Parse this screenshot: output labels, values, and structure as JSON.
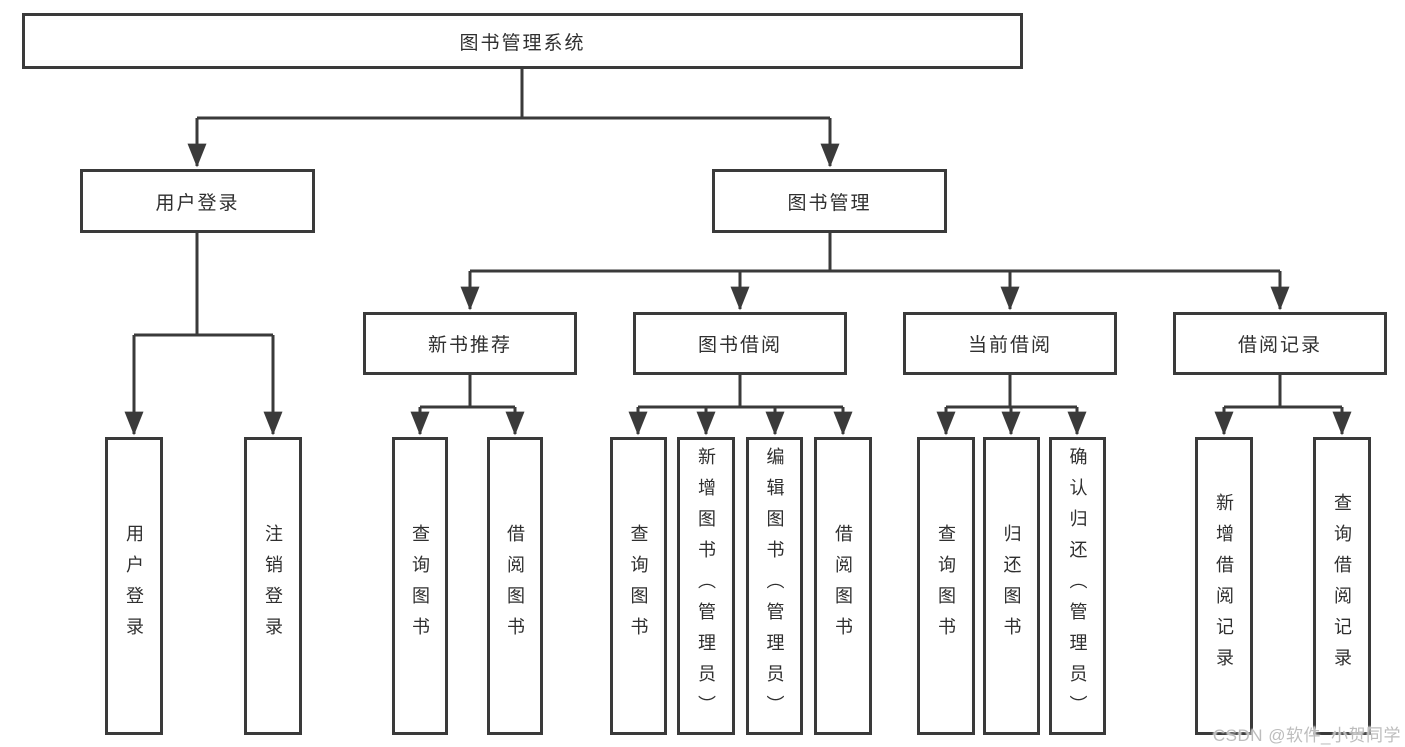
{
  "tree": {
    "root": {
      "label": "图书管理系统"
    },
    "branches": [
      {
        "label": "用户登录",
        "children": [
          {
            "label": "用户登录"
          },
          {
            "label": "注销登录"
          }
        ]
      },
      {
        "label": "图书管理",
        "children": [
          {
            "label": "新书推荐",
            "children": [
              {
                "label": "查询图书"
              },
              {
                "label": "借阅图书"
              }
            ]
          },
          {
            "label": "图书借阅",
            "children": [
              {
                "label": "查询图书"
              },
              {
                "label": "新增图书（管理员）"
              },
              {
                "label": "编辑图书（管理员）"
              },
              {
                "label": "借阅图书"
              }
            ]
          },
          {
            "label": "当前借阅",
            "children": [
              {
                "label": "查询图书"
              },
              {
                "label": "归还图书"
              },
              {
                "label": "确认归还（管理员）"
              }
            ]
          },
          {
            "label": "借阅记录",
            "children": [
              {
                "label": "新增借阅记录"
              },
              {
                "label": "查询借阅记录"
              }
            ]
          }
        ]
      }
    ]
  },
  "watermark": {
    "text": "CSDN @软件_小贺同学"
  },
  "colors": {
    "line": "#3a3a3a",
    "text": "#2f2f2f",
    "background": "#ffffff",
    "watermark": "#bdbdbd"
  }
}
